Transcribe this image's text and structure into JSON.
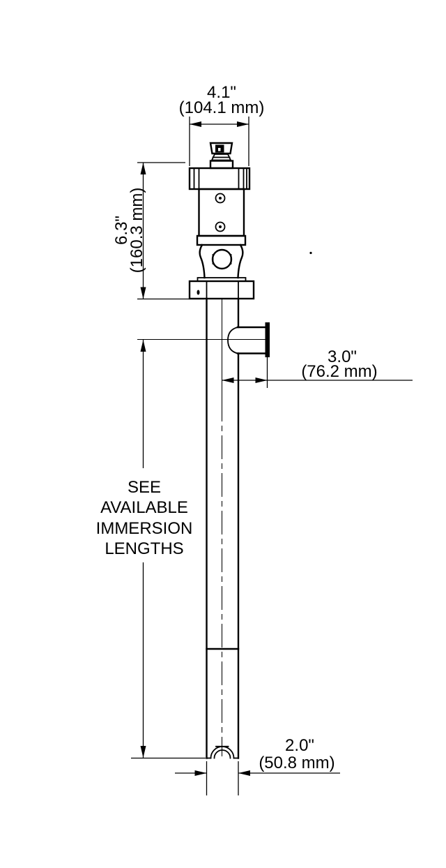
{
  "drawing": {
    "kind": "drum-pump dimensional outline drawing",
    "colors": {
      "ink": "#000000",
      "paper": "#ffffff"
    },
    "dimensions": {
      "top_width": {
        "inches": "4.1\"",
        "metric": "(104.1 mm)"
      },
      "head_height": {
        "inches": "6.3\"",
        "metric": "(160.3 mm)"
      },
      "outlet_offset": {
        "inches": "3.0\"",
        "metric": "(76.2 mm)"
      },
      "tube_diameter": {
        "inches": "2.0\"",
        "metric": "(50.8 mm)"
      }
    },
    "immersion_note": {
      "line1": "SEE",
      "line2": "AVAILABLE",
      "line3": "IMMERSION",
      "line4": "LENGTHS"
    }
  }
}
